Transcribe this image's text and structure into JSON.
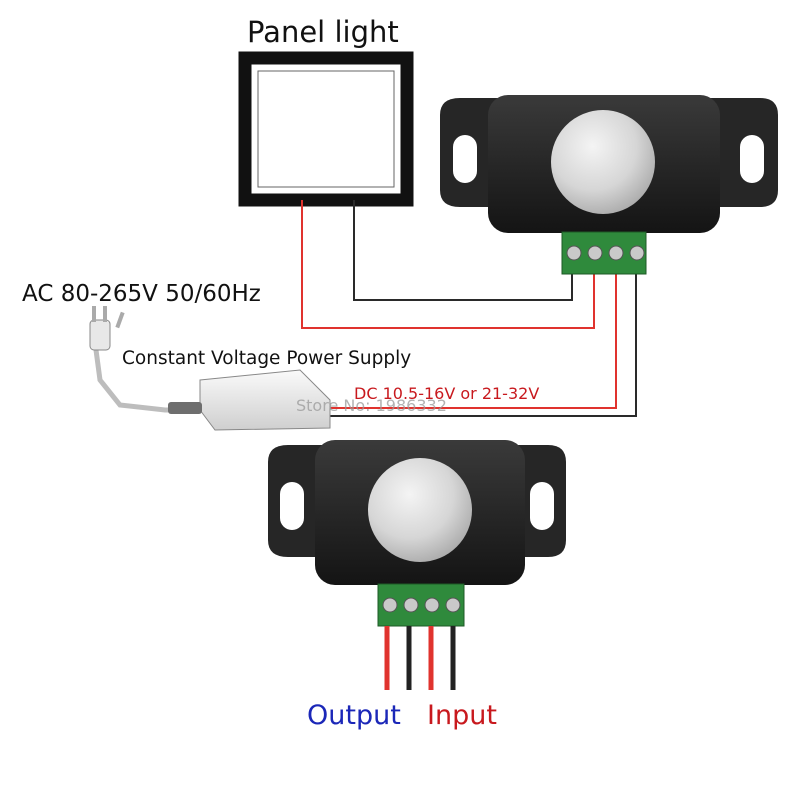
{
  "labels": {
    "panel_light": "Panel light",
    "ac_spec": "AC 80-265V 50/60Hz",
    "power_supply": "Constant Voltage Power Supply",
    "dc_spec": "DC 10.5-16V or 21-32V",
    "watermark": "Store No: 1986332",
    "output": "Output",
    "input": "Input"
  },
  "colors": {
    "wire_red": "#e0332e",
    "wire_black": "#2a2a2a",
    "output_text": "#1b27b8",
    "input_text": "#c8191e",
    "terminal_green": "#2f8a3c",
    "housing": "#1e1e1e",
    "lens": "#d8d8d8"
  },
  "icons": {
    "plug": "ac-plug-icon",
    "psu": "power-supply-brick-icon",
    "sensor": "pir-sensor-icon",
    "panel": "panel-light-icon"
  }
}
